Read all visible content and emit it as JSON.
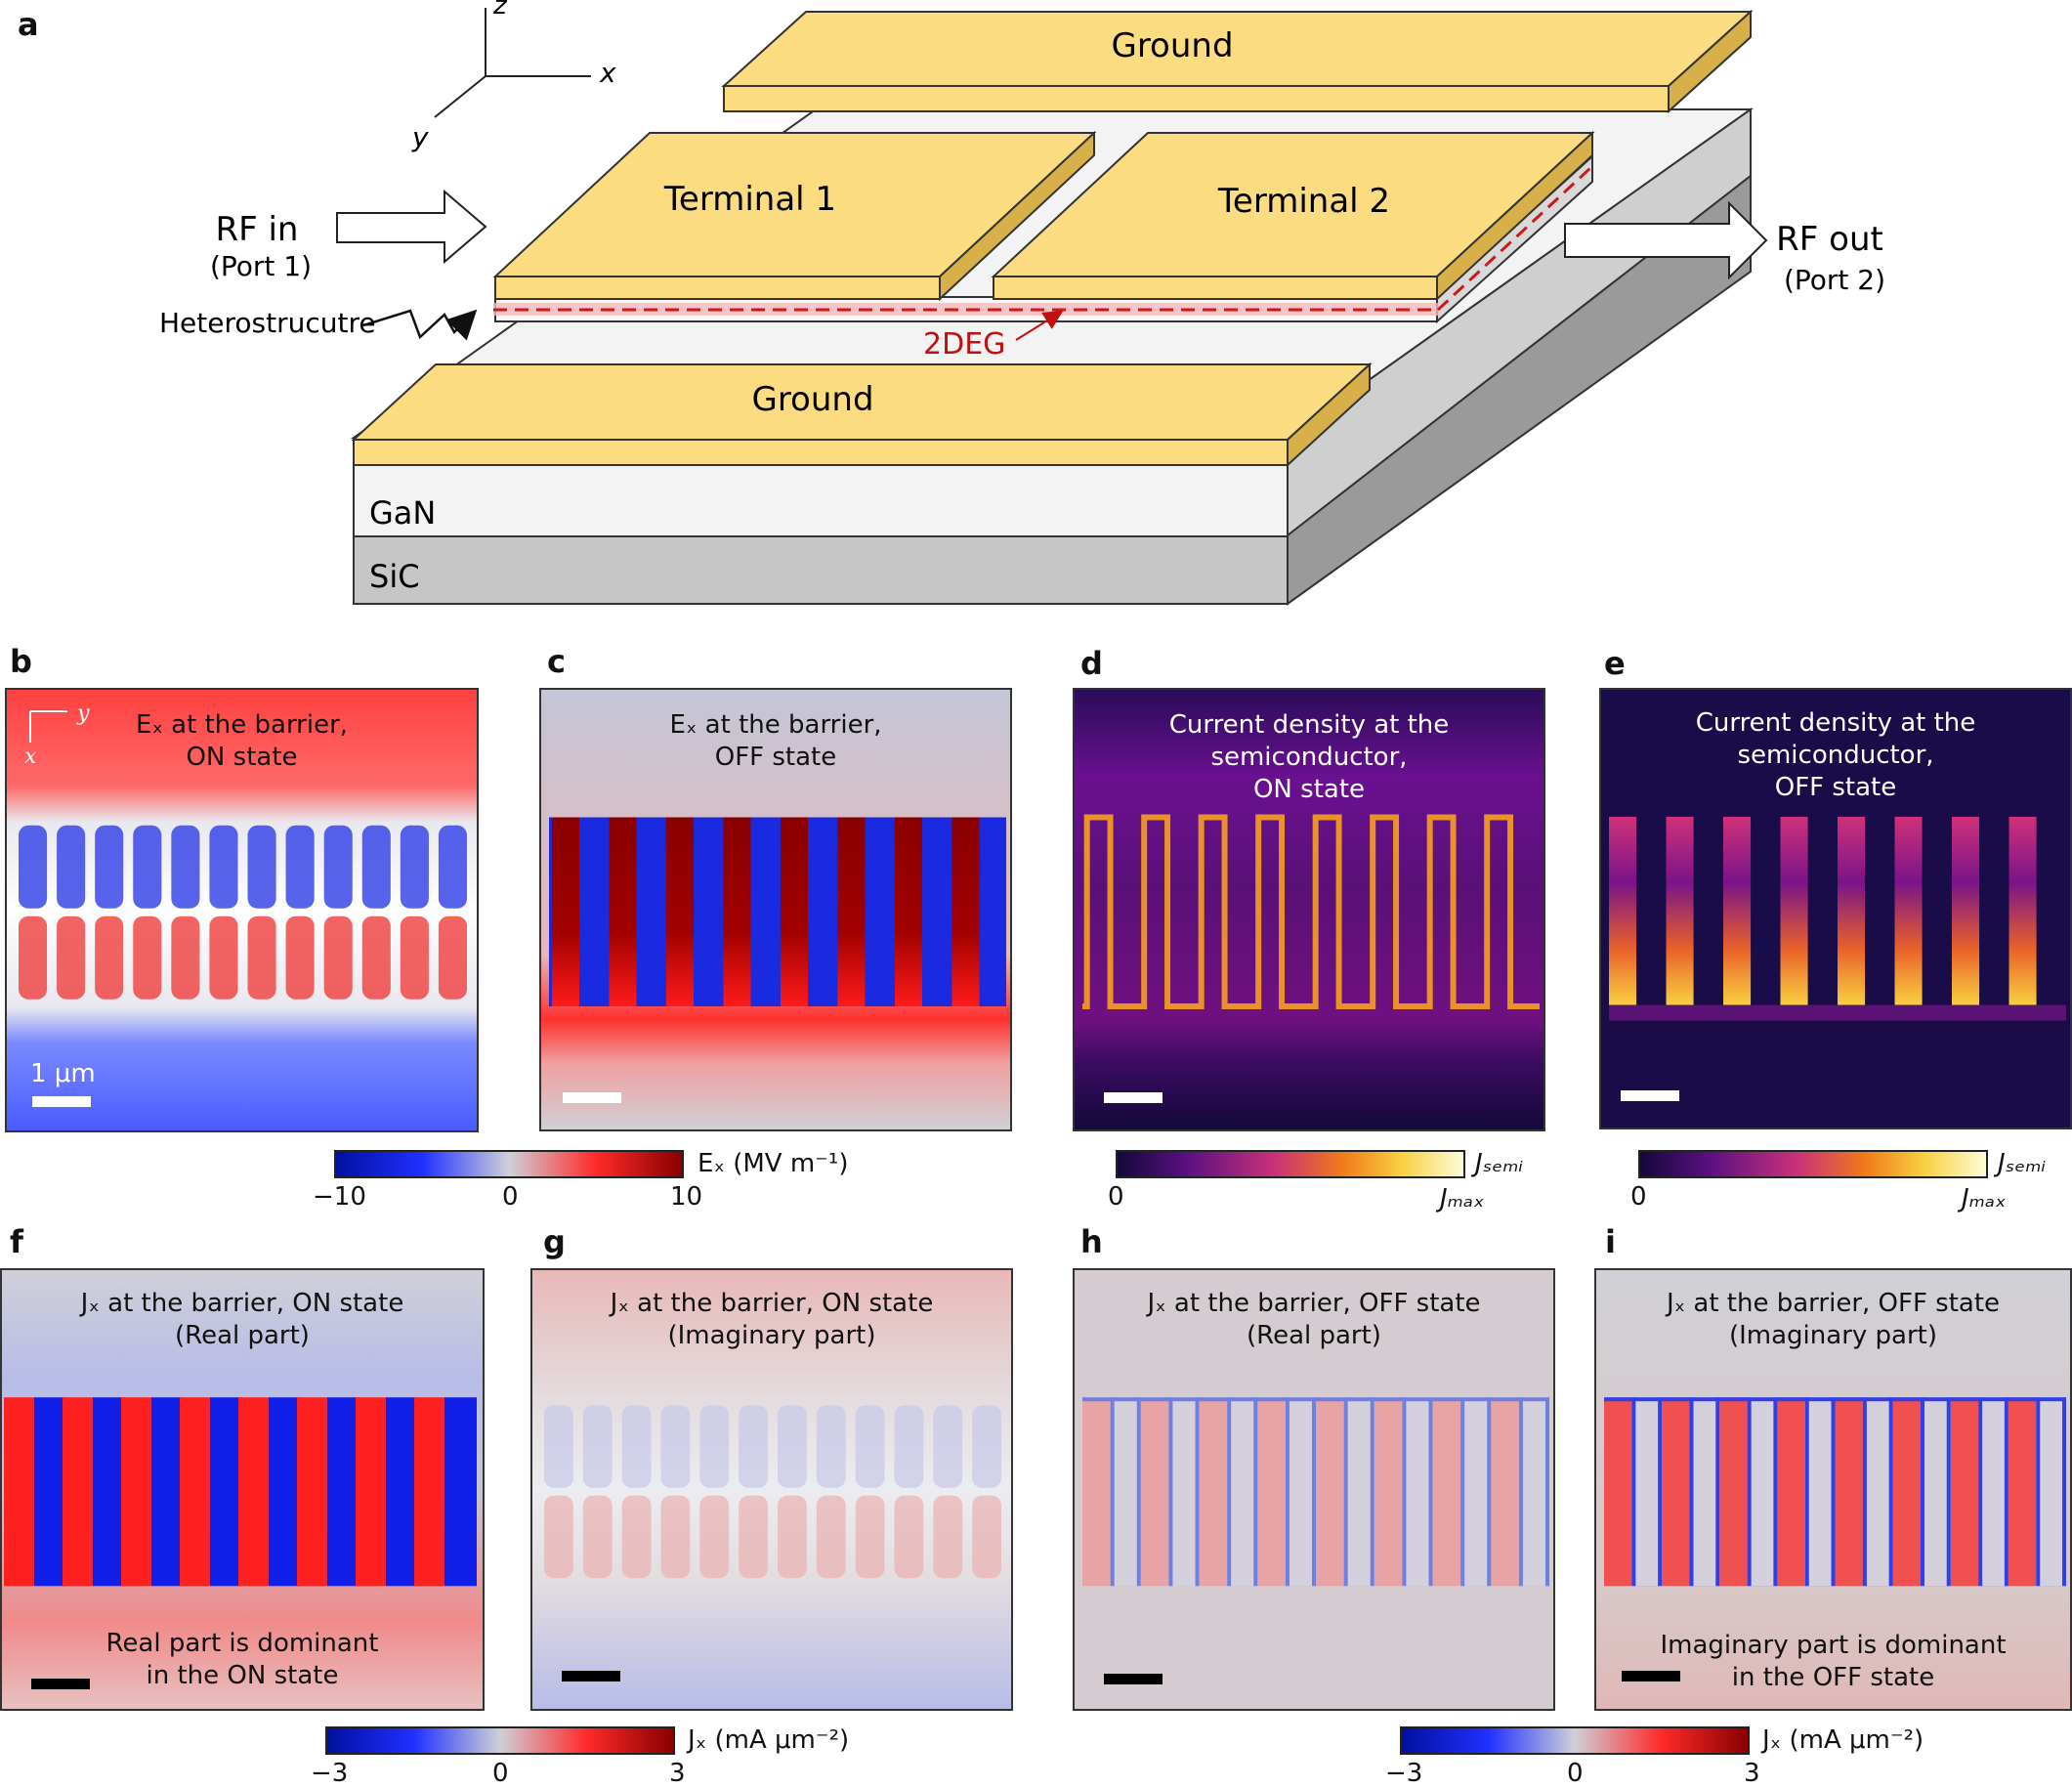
{
  "panel_a": {
    "label": "a",
    "axes": {
      "z": "z",
      "x": "x",
      "y": "y"
    },
    "top_ground": "Ground",
    "terminal1": "Terminal 1",
    "terminal2": "Terminal 2",
    "bottom_ground": "Ground",
    "gan": "GaN",
    "sic": "SiC",
    "rf_in": "RF in",
    "port1": "(Port 1)",
    "rf_out": "RF out",
    "port2": "(Port 2)",
    "heterostructure": "Heterostrucutre",
    "twodeg": "2DEG"
  },
  "panels": {
    "b": {
      "label": "b",
      "line1": "Eₓ at the barrier,",
      "line2": "ON state",
      "scale": "1 μm",
      "axis_y": "y",
      "axis_x": "x"
    },
    "c": {
      "label": "c",
      "line1": "Eₓ at the barrier,",
      "line2": "OFF state"
    },
    "d": {
      "label": "d",
      "line1": "Current density at the semiconductor,",
      "line2": "ON state"
    },
    "e": {
      "label": "e",
      "line1": "Current density at the semiconductor,",
      "line2": "OFF state"
    },
    "f": {
      "label": "f",
      "line1": "Jₓ at the barrier, ON state",
      "line2": "(Real part)",
      "note1": "Real part is dominant",
      "note2": "in the ON state"
    },
    "g": {
      "label": "g",
      "line1": "Jₓ at the barrier, ON state",
      "line2": "(Imaginary part)"
    },
    "h": {
      "label": "h",
      "line1": "Jₓ at the barrier, OFF state",
      "line2": "(Real part)"
    },
    "i": {
      "label": "i",
      "line1": "Jₓ at the barrier, OFF state",
      "line2": "(Imaginary part)",
      "note1": "Imaginary part is dominant",
      "note2": "in the OFF state"
    }
  },
  "colorbars": {
    "ez": {
      "min": "−10",
      "mid": "0",
      "max": "10",
      "label": "Eₓ (MV m⁻¹)"
    },
    "jsemi_d": {
      "min": "0",
      "top": "Jₛₑₘᵢ",
      "bottom": "Jₘₐₓ"
    },
    "jsemi_e": {
      "min": "0",
      "top": "Jₛₑₘᵢ",
      "bottom": "Jₘₐₓ"
    },
    "jz_left": {
      "min": "−3",
      "mid": "0",
      "max": "3",
      "label": "Jₓ (mA μm⁻²)"
    },
    "jz_right": {
      "min": "−3",
      "mid": "0",
      "max": "3",
      "label": "Jₓ (mA μm⁻²)"
    }
  },
  "colors": {
    "gold_top": "#fbdc80",
    "gold_side": "#d8b04a",
    "gan": "#f2f2f2",
    "sic": "#c6c6c6",
    "deg": "#cc1a1a",
    "diverging": [
      "#0010a0",
      "#2030ff",
      "#cfd0d8",
      "#ff2a2a",
      "#8a0000"
    ],
    "inferno": [
      "#14083a",
      "#5a1080",
      "#c8307a",
      "#f07a1a",
      "#f8d040",
      "#fcfcd8"
    ]
  }
}
